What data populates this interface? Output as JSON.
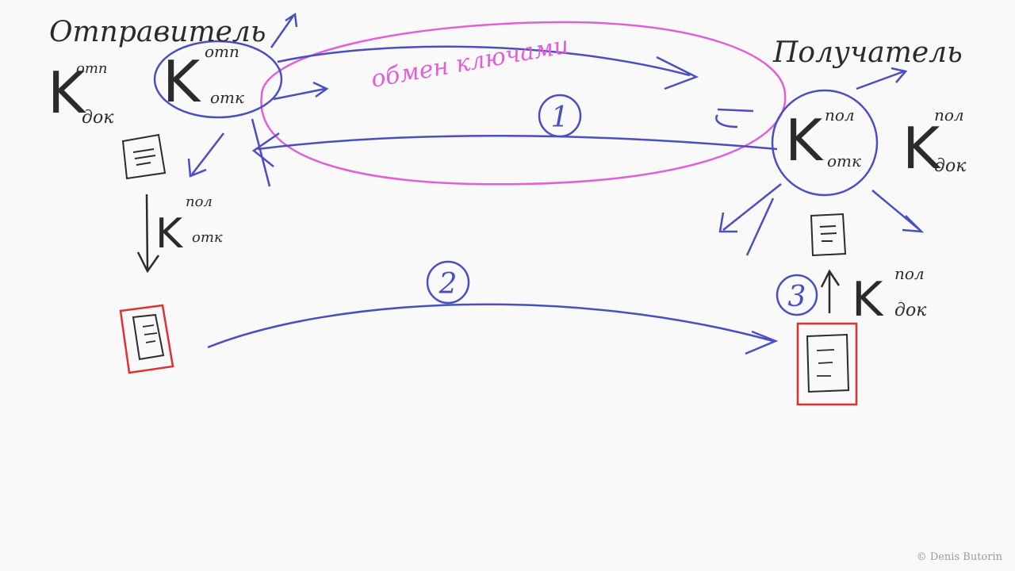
{
  "sender": {
    "title": "Отправитель",
    "key_doc": {
      "base": "K",
      "sup": "отп",
      "sub": "док"
    },
    "key_open": {
      "base": "K",
      "sup": "отп",
      "sub": "отк"
    }
  },
  "receiver": {
    "title": "Получатель",
    "key_open": {
      "base": "K",
      "sup": "пол",
      "sub": "отк"
    },
    "key_doc": {
      "base": "K",
      "sup": "пол",
      "sub": "док"
    }
  },
  "received_key": {
    "base": "K",
    "sup": "пол",
    "sub": "отк"
  },
  "decrypt_key": {
    "base": "K",
    "sup": "пол",
    "sub": "док"
  },
  "exchange_label": "обмен ключами",
  "steps": [
    "1",
    "2",
    "3"
  ],
  "copyright": "© Denis Butorin",
  "colors": {
    "ink": "#2b2b2b",
    "blue": "#4a4fc0",
    "pink": "#e060d8",
    "red": "#e03030"
  }
}
